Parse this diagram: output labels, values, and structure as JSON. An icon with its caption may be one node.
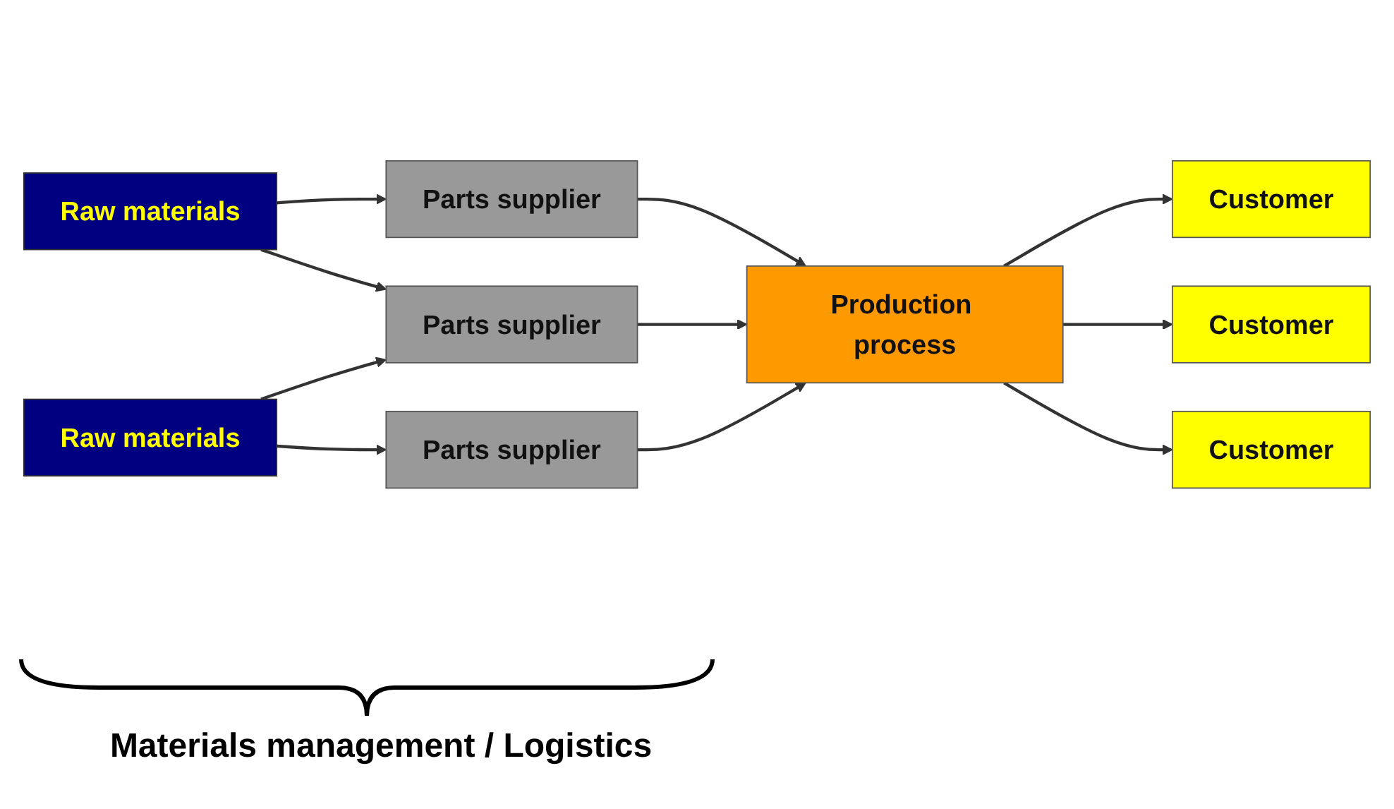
{
  "diagram": {
    "nodes": [
      {
        "text": [
          "Raw materials"
        ]
      },
      {
        "text": [
          "Raw materials"
        ]
      },
      {
        "text": [
          "Parts supplier"
        ]
      },
      {
        "text": [
          "Parts supplier"
        ]
      },
      {
        "text": [
          "Parts supplier"
        ]
      },
      {
        "text": [
          "Production process"
        ]
      },
      {
        "text": [
          "Customer"
        ]
      },
      {
        "text": [
          "Customer"
        ]
      },
      {
        "text": [
          "Customer"
        ]
      }
    ],
    "edges": [
      {
        "from": 0,
        "to": 2,
        "arrow": "to"
      },
      {
        "from": 0,
        "to": 3,
        "arrow": "to"
      },
      {
        "from": 1,
        "to": 3,
        "arrow": "to"
      },
      {
        "from": 1,
        "to": 4,
        "arrow": "to"
      },
      {
        "from": 2,
        "to": 5,
        "arrow": "to"
      },
      {
        "from": 3,
        "to": 5,
        "arrow": "to"
      },
      {
        "from": 4,
        "to": 5,
        "arrow": "to"
      },
      {
        "from": 5,
        "to": 6,
        "arrow": "to"
      },
      {
        "from": 5,
        "to": 7,
        "arrow": "to"
      },
      {
        "from": 5,
        "to": 8,
        "arrow": "to"
      }
    ],
    "labels": [
      "Materials management / Logistics"
    ]
  }
}
